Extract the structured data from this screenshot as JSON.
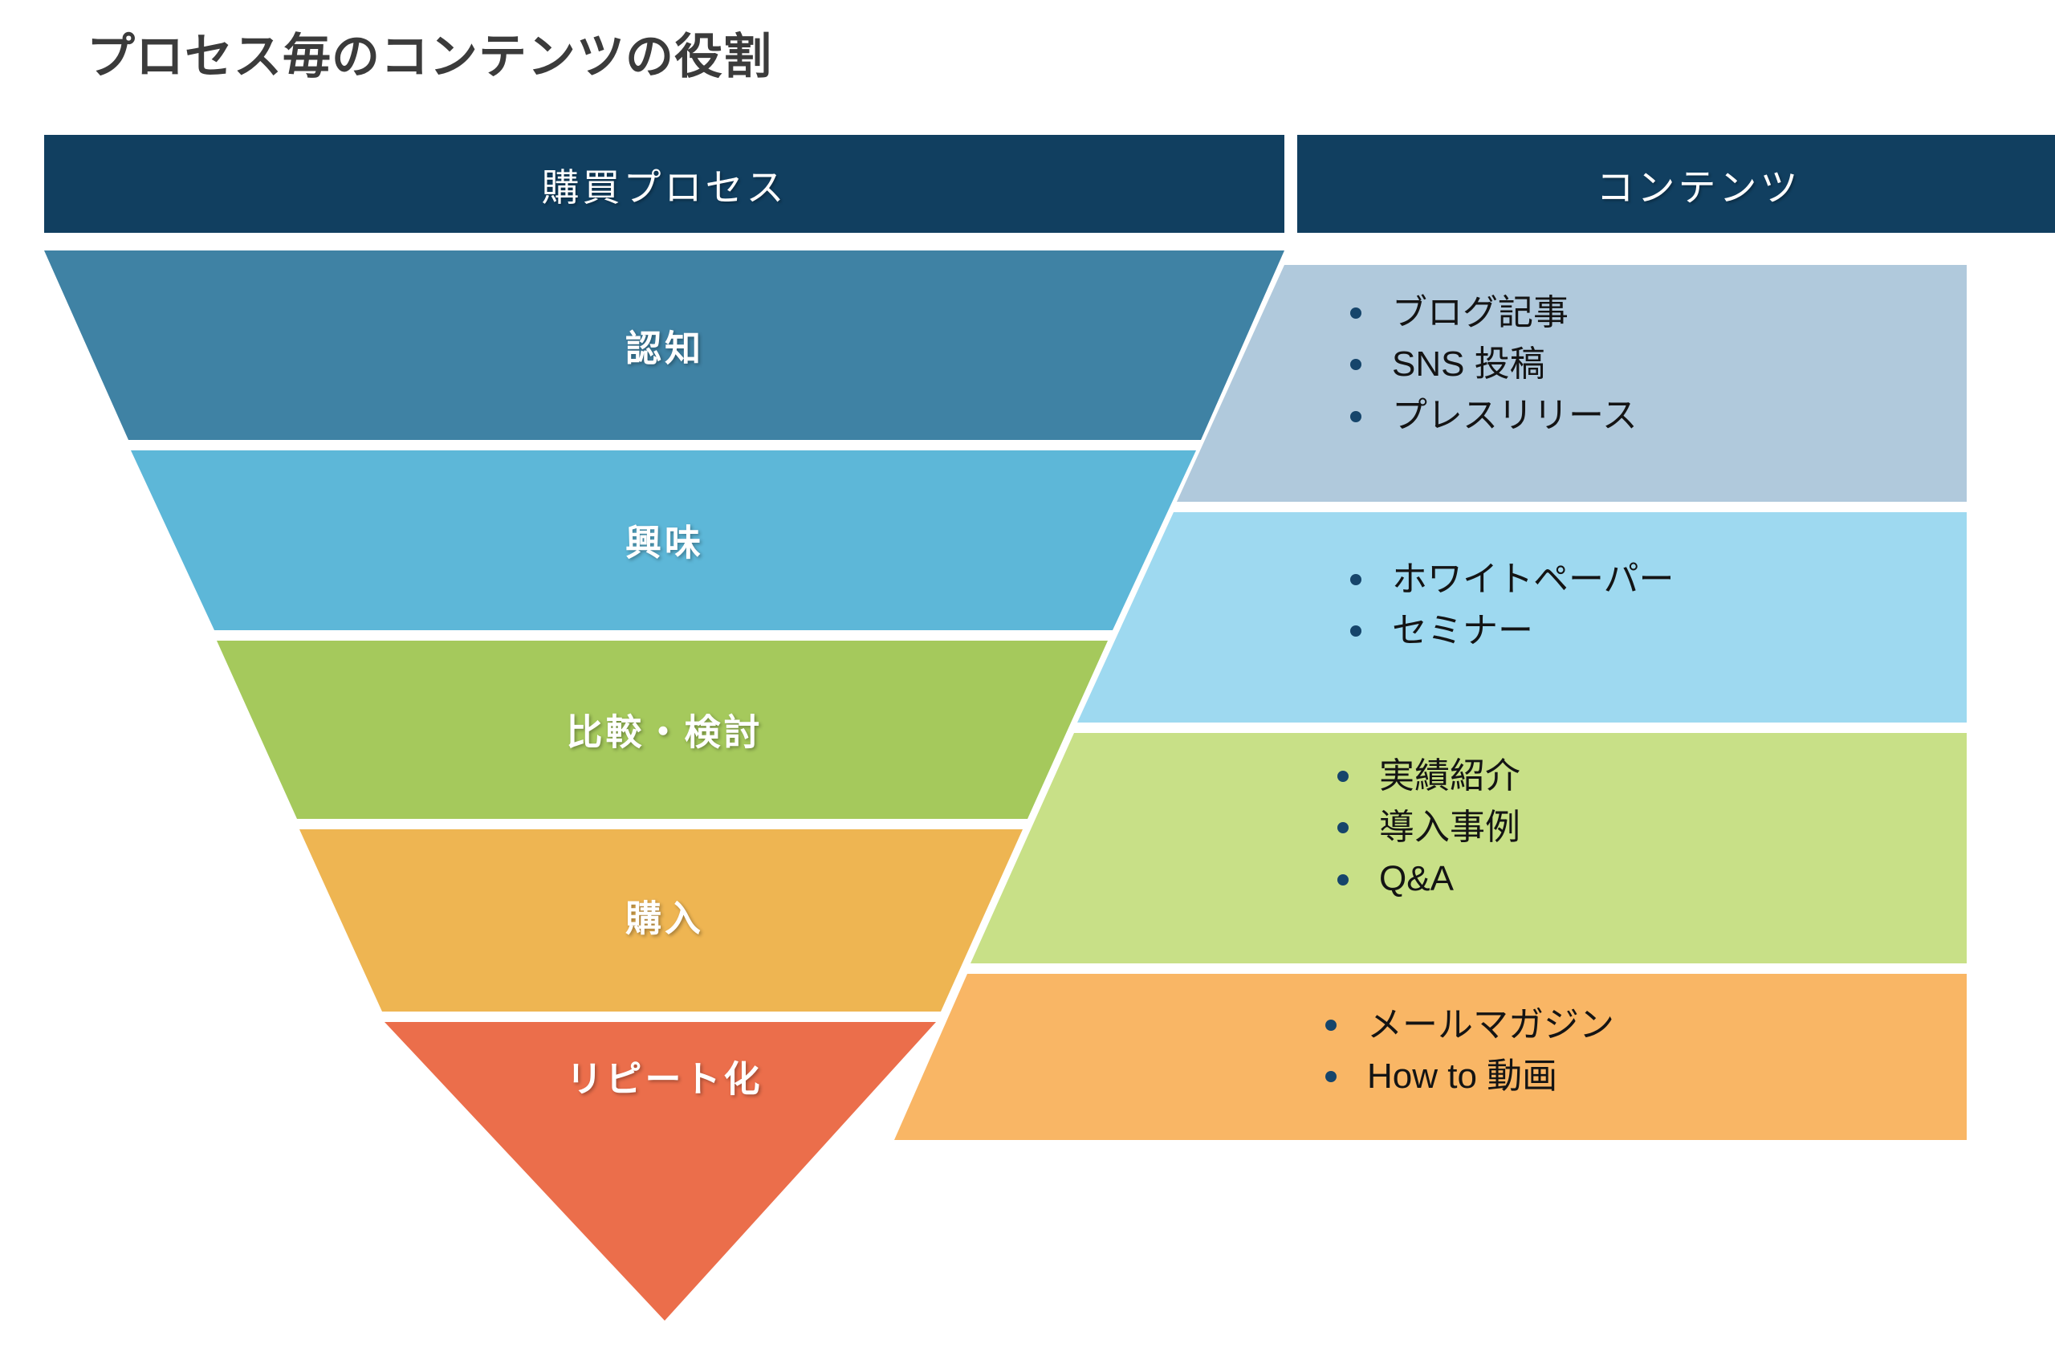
{
  "title": "プロセス毎のコンテンツの役割",
  "headers": {
    "process": "購買プロセス",
    "content": "コンテンツ"
  },
  "colors": {
    "header_bg": "#113f60",
    "separator": "#ebebeb",
    "bullet": "#16456b",
    "title_text": "#3b3b3b",
    "stage_text": "#ffffff",
    "content_text": "#141414"
  },
  "chart_data": {
    "type": "funnel",
    "title": "プロセス毎のコンテンツの役割",
    "left_column_header": "購買プロセス",
    "right_column_header": "コンテンツ",
    "stages": [
      {
        "label": "認知",
        "stage_color": "#3f82a4",
        "content_color": "#b0c9dc",
        "items": [
          "ブログ記事",
          "SNS 投稿",
          "プレスリリース"
        ]
      },
      {
        "label": "興味",
        "stage_color": "#5db7d8",
        "content_color": "#9ed9f0",
        "items": [
          "ホワイトペーパー",
          "セミナー"
        ]
      },
      {
        "label": "比較・検討",
        "stage_color": "#a5c койн"
      }
    ]
  },
  "stages": [
    {
      "label": "認知",
      "color": "#3f82a4"
    },
    {
      "label": "興味",
      "color": "#5db7d8"
    },
    {
      "label": "比較・検討",
      "color": "#a5c95c"
    },
    {
      "label": "購入",
      "color": "#eeb552"
    },
    {
      "label": "リピート化",
      "color": "#eb6e4b"
    }
  ],
  "content_blocks": [
    {
      "color": "#b0c9dc",
      "items": [
        "ブログ記事",
        "SNS 投稿",
        "プレスリリース"
      ]
    },
    {
      "color": "#9ed9f0",
      "items": [
        "ホワイトペーパー",
        "セミナー"
      ]
    },
    {
      "color": "#c8e087",
      "items": [
        "実績紹介",
        "導入事例",
        "Q&A"
      ]
    },
    {
      "color": "#f9b665",
      "items": [
        "メールマガジン",
        "How to 動画"
      ]
    }
  ]
}
